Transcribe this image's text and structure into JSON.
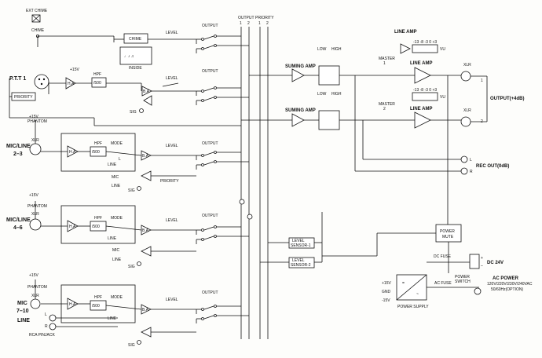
{
  "bus": {
    "output": "OUTPUT",
    "priority": "PRIORITY",
    "n1": "1",
    "n2": "2"
  },
  "chime": {
    "ext": "EXT CHIME",
    "chime": "CHIME",
    "box": "CHIME",
    "inside": "INSIDE"
  },
  "ch1": {
    "name": "P.T.T 1",
    "priority": "PRIORITY"
  },
  "ch23": {
    "name": "MIC/LINE",
    "range": "2–3"
  },
  "ch46": {
    "name": "MIC/LINE",
    "range": "4–6"
  },
  "ch710": {
    "mic": "MIC",
    "range": "7–10",
    "line": "LINE",
    "rca": "RCA PINJACK"
  },
  "labels": {
    "v15": "+15V",
    "phantom": "PHANTOM",
    "xlr": "XLR",
    "ha": "H.A",
    "hpf": "HPF",
    "f500": "/500",
    "mode": "MODE",
    "l": "L",
    "r": "R",
    "jl": "L",
    "jr": "R",
    "line": "LINE",
    "mic": "MIC",
    "ba": "B.A",
    "level": "LEVEL",
    "output": "OUTPUT",
    "priority": "PRIORITY",
    "sig": "SIG"
  },
  "sensors": {
    "s1a": "LEVEL",
    "s1b": "SENSOR-1",
    "s2a": "LEVEL",
    "s2b": "SENSOR-2"
  },
  "sum": {
    "amp": "SUMING AMP",
    "low": "LOW",
    "high": "HIGH",
    "master": "MASTER",
    "lineamp": "LINE AMP",
    "vu": "VU",
    "vu_scale": "-13 -8 -3 0 +3",
    "output": "OUTPUT(+4dB)",
    "recout": "REC OUT(0dB)"
  },
  "power": {
    "mute_a": "POWER",
    "mute_b": "MUTE",
    "vp": "+15V",
    "gnd": "GND",
    "vn": "-15V",
    "supply": "POWER SUPPLY",
    "dcfuse": "DC FUSE",
    "dc24": "DC 24V",
    "acfuse": "AC FUSE",
    "sw_a": "POWER",
    "sw_b": "SWITCH",
    "ac": "AC POWER",
    "ac_volts": "120V/220V/230V/240VAC",
    "ac_freq": "50/60Hz(OPTION)"
  }
}
